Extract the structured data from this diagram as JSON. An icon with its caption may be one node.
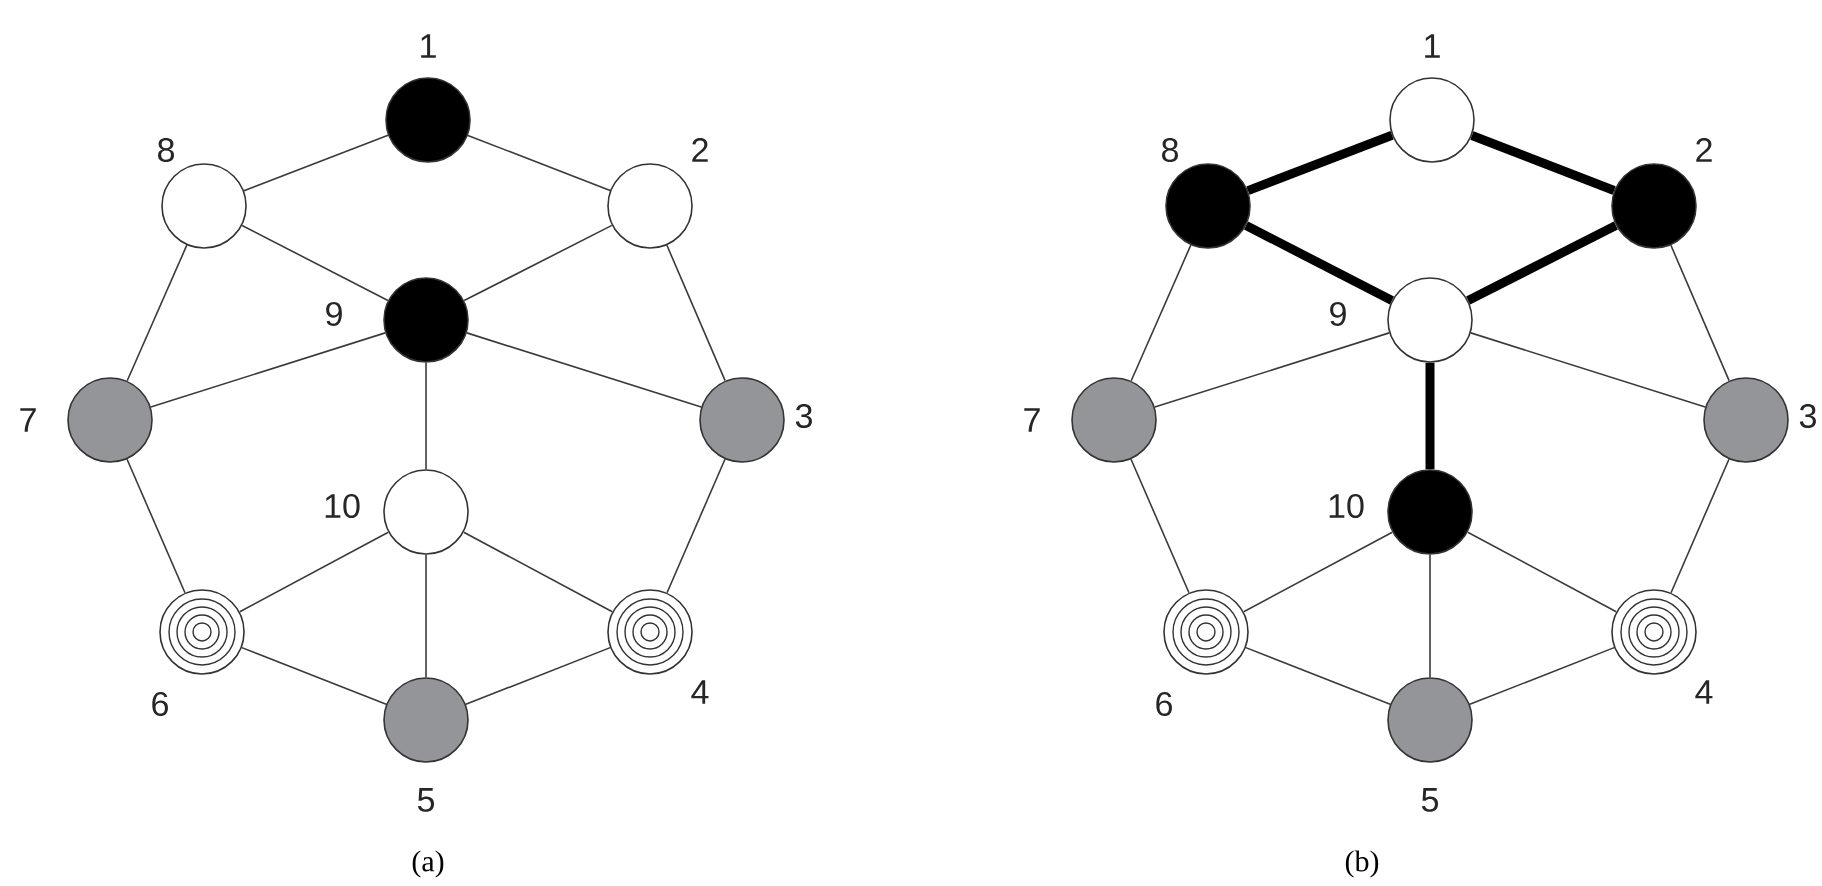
{
  "diagram": {
    "nodes": [
      {
        "text": [],
        "shape": "circle",
        "beside": [
          "1"
        ]
      },
      {
        "text": [],
        "shape": "circle",
        "beside": [
          "8"
        ]
      },
      {
        "text": [],
        "shape": "circle",
        "beside": [
          "2"
        ]
      },
      {
        "text": [],
        "shape": "circle",
        "beside": [
          "9"
        ]
      },
      {
        "text": [],
        "shape": "circle",
        "beside": [
          "7"
        ]
      },
      {
        "text": [],
        "shape": "circle",
        "beside": [
          "3"
        ]
      },
      {
        "text": [],
        "shape": "circle",
        "beside": [
          "10"
        ]
      },
      {
        "text": [],
        "shape": "circle",
        "beside": [
          "6"
        ]
      },
      {
        "text": [],
        "shape": "circle",
        "beside": [
          "4"
        ]
      },
      {
        "text": [],
        "shape": "circle",
        "beside": [
          "5"
        ]
      },
      {
        "text": [],
        "shape": "circle",
        "beside": [
          "1"
        ]
      },
      {
        "text": [],
        "shape": "circle",
        "beside": [
          "8"
        ]
      },
      {
        "text": [],
        "shape": "circle",
        "beside": [
          "2"
        ]
      },
      {
        "text": [],
        "shape": "circle",
        "beside": [
          "9"
        ]
      },
      {
        "text": [],
        "shape": "circle",
        "beside": [
          "7"
        ]
      },
      {
        "text": [],
        "shape": "circle",
        "beside": [
          "3"
        ]
      },
      {
        "text": [],
        "shape": "circle",
        "beside": [
          "10"
        ]
      },
      {
        "text": [],
        "shape": "circle",
        "beside": [
          "6"
        ]
      },
      {
        "text": [],
        "shape": "circle",
        "beside": [
          "4"
        ]
      },
      {
        "text": [],
        "shape": "circle",
        "beside": [
          "5"
        ]
      }
    ],
    "edges": [
      {
        "from": 0,
        "to": 1,
        "arrow": "none"
      },
      {
        "from": 0,
        "to": 2,
        "arrow": "none"
      },
      {
        "from": 1,
        "to": 3,
        "arrow": "none"
      },
      {
        "from": 2,
        "to": 3,
        "arrow": "none"
      },
      {
        "from": 1,
        "to": 4,
        "arrow": "none"
      },
      {
        "from": 2,
        "to": 5,
        "arrow": "none"
      },
      {
        "from": 3,
        "to": 4,
        "arrow": "none"
      },
      {
        "from": 3,
        "to": 5,
        "arrow": "none"
      },
      {
        "from": 3,
        "to": 6,
        "arrow": "none"
      },
      {
        "from": 4,
        "to": 7,
        "arrow": "none"
      },
      {
        "from": 5,
        "to": 8,
        "arrow": "none"
      },
      {
        "from": 6,
        "to": 7,
        "arrow": "none"
      },
      {
        "from": 6,
        "to": 8,
        "arrow": "none"
      },
      {
        "from": 6,
        "to": 9,
        "arrow": "none"
      },
      {
        "from": 7,
        "to": 9,
        "arrow": "none"
      },
      {
        "from": 8,
        "to": 9,
        "arrow": "none"
      },
      {
        "from": 10,
        "to": 11,
        "arrow": "none",
        "style": "thick"
      },
      {
        "from": 10,
        "to": 12,
        "arrow": "none",
        "style": "thick"
      },
      {
        "from": 11,
        "to": 13,
        "arrow": "none",
        "style": "thick"
      },
      {
        "from": 12,
        "to": 13,
        "arrow": "none",
        "style": "thick"
      },
      {
        "from": 11,
        "to": 14,
        "arrow": "none"
      },
      {
        "from": 12,
        "to": 15,
        "arrow": "none"
      },
      {
        "from": 13,
        "to": 14,
        "arrow": "none"
      },
      {
        "from": 13,
        "to": 15,
        "arrow": "none"
      },
      {
        "from": 13,
        "to": 16,
        "arrow": "none",
        "style": "thick"
      },
      {
        "from": 14,
        "to": 17,
        "arrow": "none"
      },
      {
        "from": 15,
        "to": 18,
        "arrow": "none"
      },
      {
        "from": 16,
        "to": 17,
        "arrow": "none"
      },
      {
        "from": 16,
        "to": 18,
        "arrow": "none"
      },
      {
        "from": 16,
        "to": 19,
        "arrow": "none"
      },
      {
        "from": 17,
        "to": 19,
        "arrow": "none"
      },
      {
        "from": 18,
        "to": 19,
        "arrow": "none"
      }
    ],
    "labels": [
      "(a)",
      "(b)"
    ]
  }
}
